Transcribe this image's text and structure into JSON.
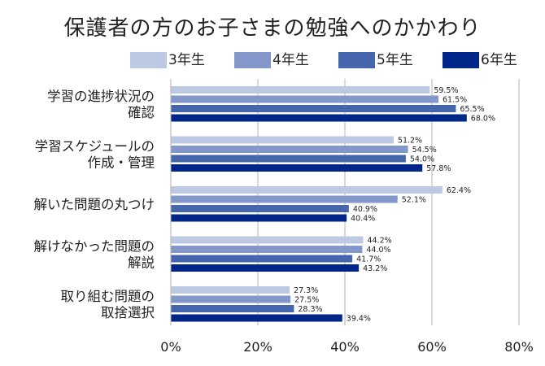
{
  "chart_data": {
    "type": "bar",
    "orientation": "horizontal",
    "title": "保護者の方のお子さまの勉強へのかかわり",
    "categories": [
      [
        "学習の進捗状況の",
        "確認"
      ],
      [
        "学習スケジュールの",
        "作成・管理"
      ],
      [
        "解いた問題の丸つけ"
      ],
      [
        "解けなかった問題の",
        "解説"
      ],
      [
        "取り組む問題の",
        "取捨選択"
      ]
    ],
    "series": [
      {
        "name": "3年生",
        "color": "#bdc8e2",
        "values": [
          59.5,
          51.2,
          62.4,
          44.2,
          27.3
        ],
        "labels": [
          "59.5%",
          "51.2%",
          "62.4%",
          "44.2%",
          "27.3%"
        ]
      },
      {
        "name": "4年生",
        "color": "#8397cb",
        "values": [
          61.5,
          54.5,
          52.1,
          44.0,
          27.5
        ],
        "labels": [
          "61.5%",
          "54.5%",
          "52.1%",
          "44.0%",
          "27.5%"
        ]
      },
      {
        "name": "5年生",
        "color": "#4565ad",
        "values": [
          65.5,
          54.0,
          40.9,
          41.7,
          28.3
        ],
        "labels": [
          "65.5%",
          "54.0%",
          "40.9%",
          "41.7%",
          "28.3%"
        ]
      },
      {
        "name": "6年生",
        "color": "#00268a",
        "values": [
          68.0,
          57.8,
          40.4,
          43.2,
          39.4
        ],
        "labels": [
          "68.0%",
          "57.8%",
          "40.4%",
          "43.2%",
          "39.4%"
        ]
      }
    ],
    "xlim": [
      0,
      80
    ],
    "xticks": [
      0,
      20,
      40,
      60,
      80
    ],
    "xtick_labels": [
      "0%",
      "20%",
      "40%",
      "60%",
      "80%"
    ],
    "grid": true,
    "legend_position": "top"
  }
}
